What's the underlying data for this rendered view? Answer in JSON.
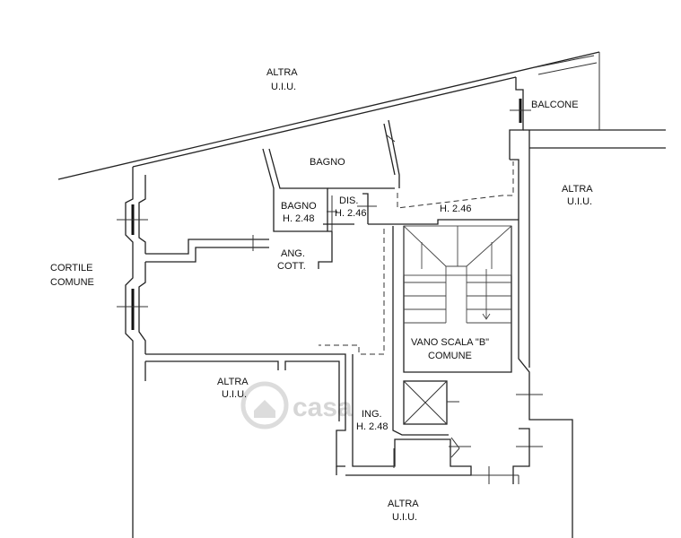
{
  "labels": {
    "altra_top": [
      "ALTRA",
      "U.I.U."
    ],
    "balcone": "BALCONE",
    "bagno_large": "BAGNO",
    "bagno_small": [
      "BAGNO",
      "H. 2.48"
    ],
    "dis": [
      "DIS.",
      "H. 2.46"
    ],
    "h_corridor": "H. 2.46",
    "altra_right": [
      "ALTRA",
      "U.I.U."
    ],
    "cortile": [
      "CORTILE",
      "COMUNE"
    ],
    "ang_cott": [
      "ANG.",
      "COTT."
    ],
    "vano_scala": [
      "VANO SCALA \"B\"",
      "COMUNE"
    ],
    "altra_mid": [
      "ALTRA",
      "U.I.U."
    ],
    "ing": [
      "ING.",
      "H. 2.48"
    ],
    "altra_bottom": [
      "ALTRA",
      "U.I.U."
    ]
  },
  "watermark": "casa",
  "colors": {
    "line": "#222222",
    "watermark": "#d6d6d6",
    "background": "#ffffff"
  }
}
